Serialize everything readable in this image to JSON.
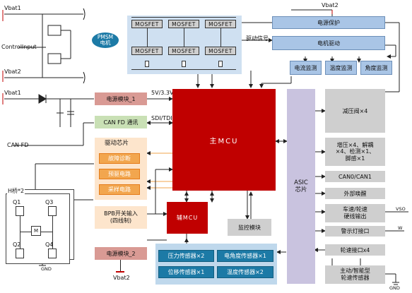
{
  "colors": {
    "mcu": "#c00000",
    "aux_mcu": "#c00000",
    "power_module": "#d99a94",
    "can_box": "#c9e0b5",
    "driver_panel": "#fde5cc",
    "driver_item": "#f2a64e",
    "motor_area": "#cfe0f1",
    "monitor": "#a9c5e6",
    "asic": "#c9c3df",
    "sensor_panel": "#bfd8ec",
    "sensor_item": "#1c7aa6",
    "gray_box": "#cfcfcf",
    "pmsm": "#1c7aa6"
  },
  "left_top": {
    "vbat1": "Vbat1",
    "control_input": "ControlInput",
    "vbat2": "Vbat2"
  },
  "power_section": {
    "vbat1": "Vbat1",
    "can_fd_label": "CAN FD",
    "power_module_1": "电源模块_1",
    "voltage_label": "5V/3.3V",
    "can_fd_comm": "CAN FD 通讯",
    "sdi_label": "SDI/TDI"
  },
  "motor": {
    "pmsm_label": "PMSM\n电机",
    "mosfets": [
      "MOSFET",
      "MOSFET",
      "MOSFET",
      "MOSFET",
      "MOSFET",
      "MOSFET"
    ],
    "drive_signal": "驱动信号",
    "vbat2_top": "Vbat2",
    "power_protect": "电源保护",
    "motor_drive": "电机驱动",
    "current_monitor": "电流监测",
    "temp_monitor": "温度监测",
    "angle_monitor": "角度监测"
  },
  "mcu": {
    "main": "主MCU",
    "aux": "辅MCU",
    "supervisor": "监控模块"
  },
  "driver_chip": {
    "title": "驱动芯片",
    "items": [
      "故障诊断",
      "预驱电路",
      "采样电路"
    ]
  },
  "hbridge": {
    "title": "H桥*2",
    "q1": "Q1",
    "q2": "Q2",
    "q3": "Q3",
    "q4": "Q4",
    "motor": "M",
    "gnd": "GND"
  },
  "bpb": {
    "label": "BPB开关输入\n(四线制)"
  },
  "power_module_2": {
    "label": "电源模块_2",
    "vbat2": "Vbat2"
  },
  "sensors": {
    "items": [
      "压力传感器×2",
      "电角度传感器×1",
      "位移传感器×1",
      "温度传感器×2"
    ]
  },
  "asic": {
    "label": "ASIC\n芯片"
  },
  "right_column": {
    "items": [
      "减压阀×4",
      "增压×4、解耦\n×4、检测×1、\n脚感×1",
      "CAN0/CAN1",
      "外部唤醒",
      "车速/轮速\n硬线输出",
      "警示灯接口",
      "轮速接口x4",
      "主动/智能型\n轮速传感器"
    ],
    "vso_label": "VSO",
    "w_label": "W",
    "gnd": "GND"
  }
}
